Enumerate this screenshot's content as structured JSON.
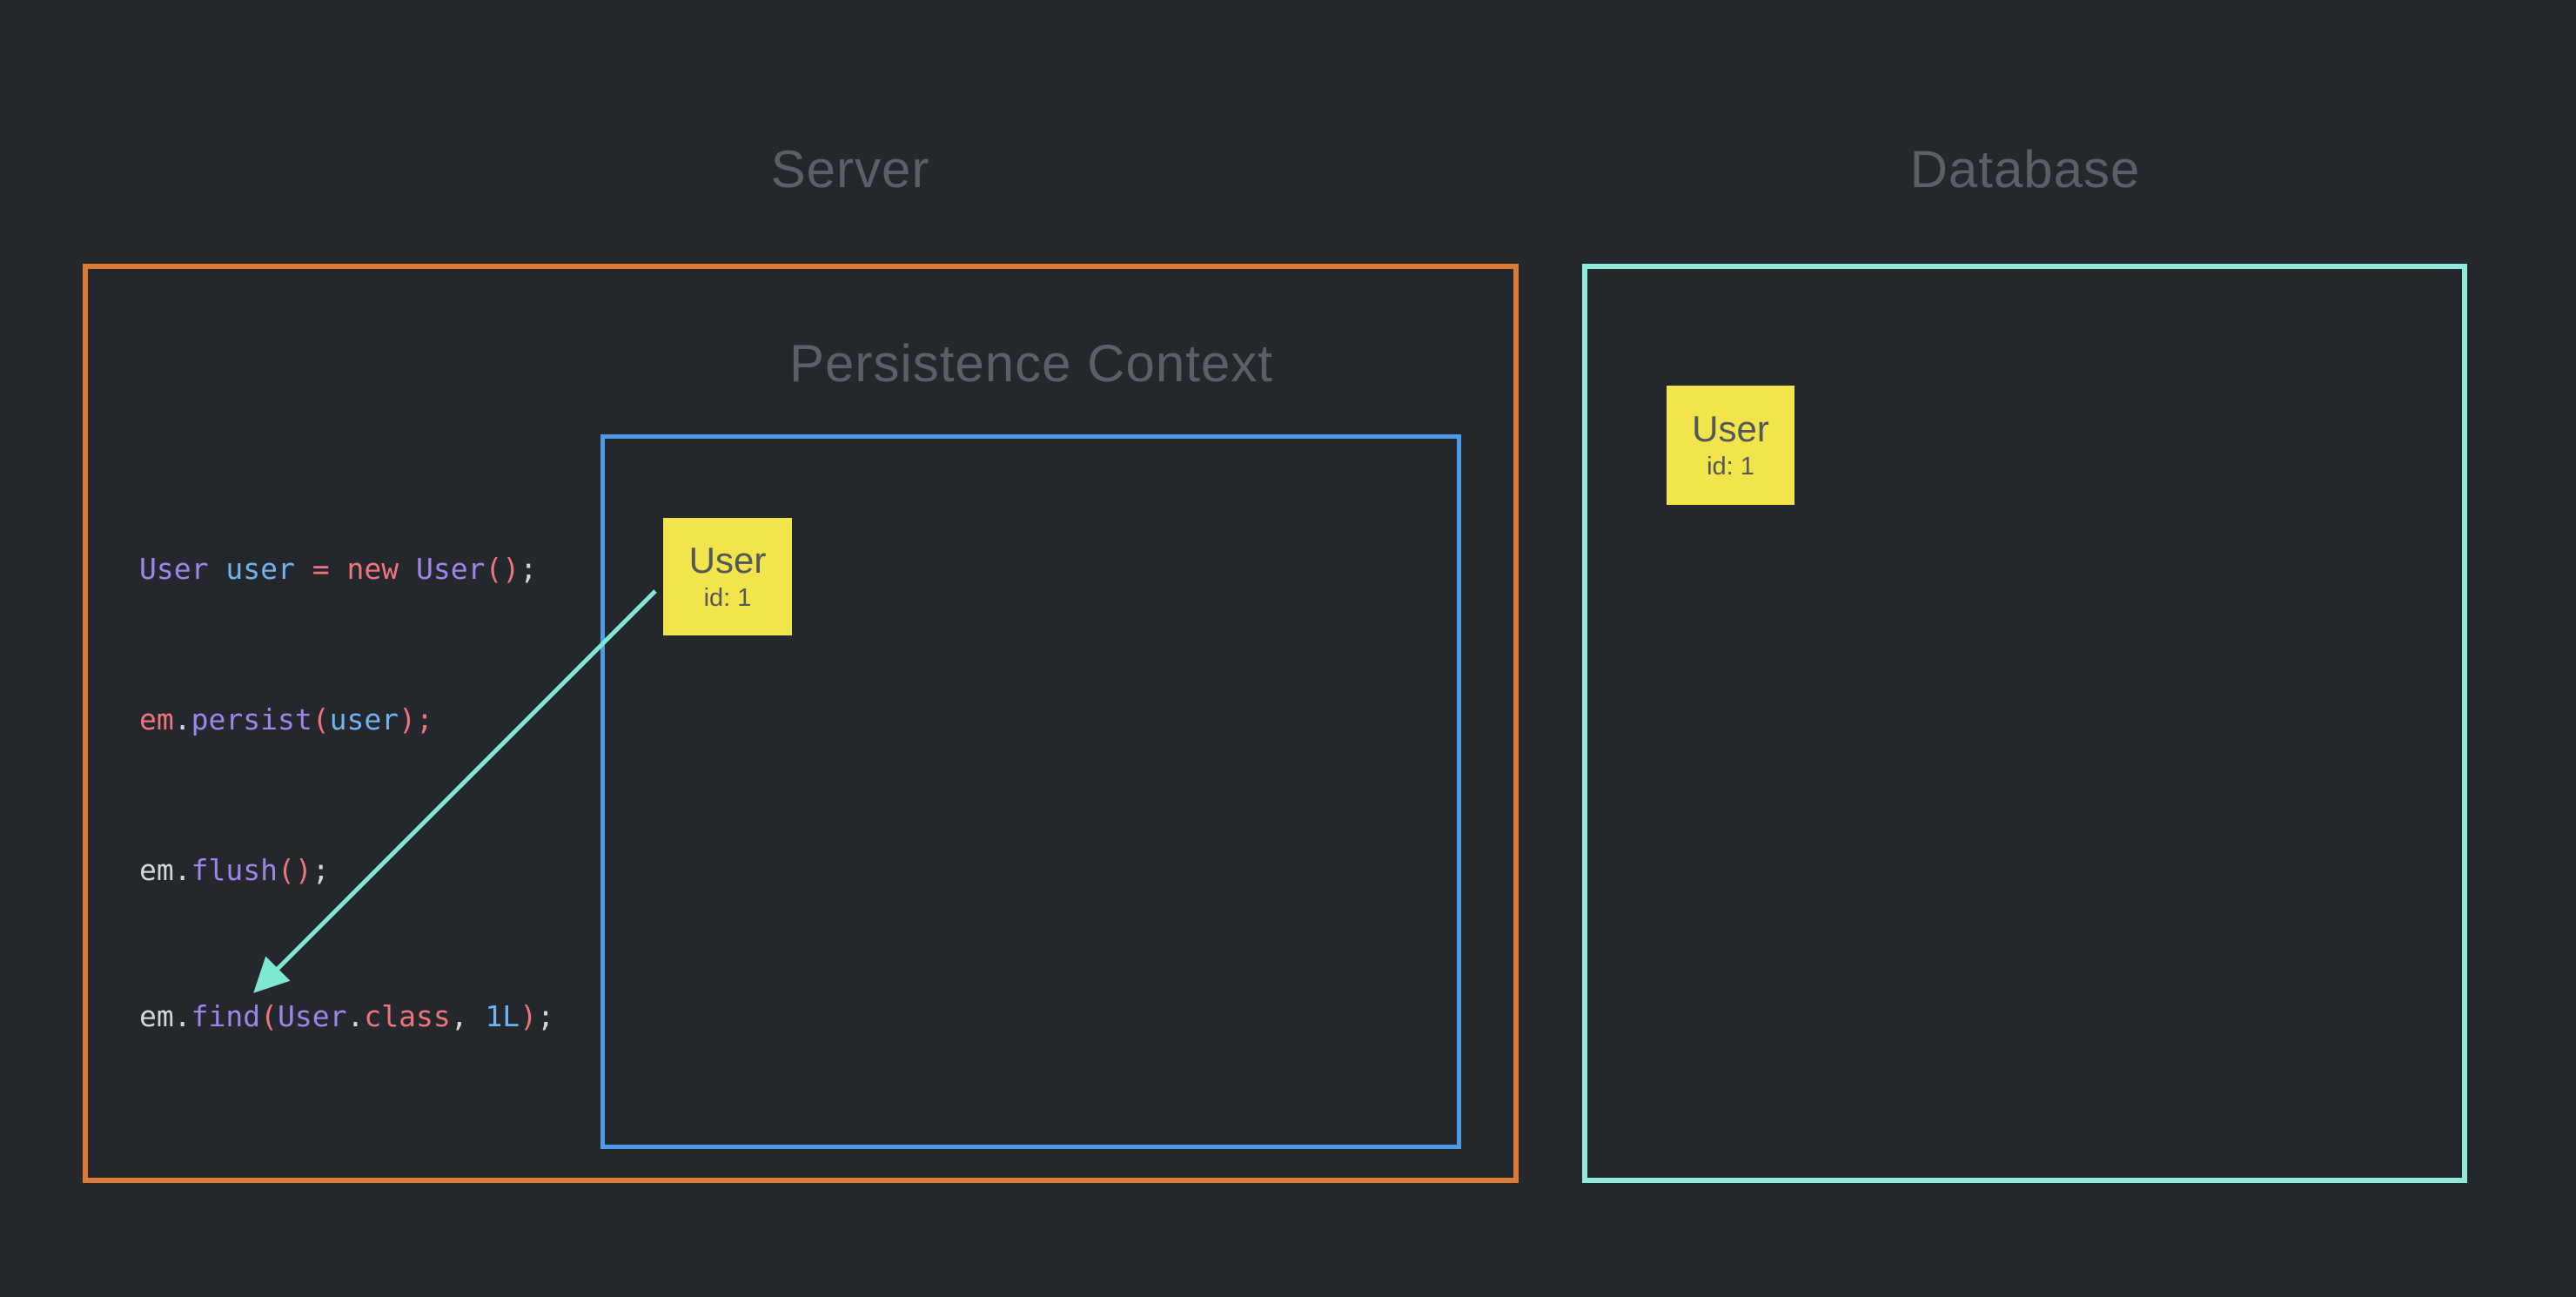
{
  "titles": {
    "server": "Server",
    "database": "Database",
    "persistence_context": "Persistence Context"
  },
  "cards": {
    "persistence_user": {
      "title": "User",
      "field": "id: 1"
    },
    "database_user": {
      "title": "User",
      "field": "id: 1"
    }
  },
  "code": {
    "lines": [
      {
        "name": "new-user-line",
        "text": "User user = new User();",
        "tokens": [
          [
            "User",
            "purple"
          ],
          [
            " ",
            "plain"
          ],
          [
            "user",
            "blue"
          ],
          [
            " ",
            "plain"
          ],
          [
            "=",
            "salmon"
          ],
          [
            " ",
            "plain"
          ],
          [
            "new",
            "salmon"
          ],
          [
            " ",
            "plain"
          ],
          [
            "User",
            "purple"
          ],
          [
            "(",
            "salmon"
          ],
          [
            ")",
            "salmon"
          ],
          [
            ";",
            "plain"
          ]
        ]
      },
      {
        "name": "persist-line",
        "text": "em.persist(user);",
        "tokens": [
          [
            "em",
            "salmon"
          ],
          [
            ".",
            "plain"
          ],
          [
            "persist",
            "purple"
          ],
          [
            "(",
            "salmon"
          ],
          [
            "user",
            "blue"
          ],
          [
            ")",
            "salmon"
          ],
          [
            ";",
            "salmon"
          ]
        ]
      },
      {
        "name": "flush-line",
        "text": "em.flush();",
        "tokens": [
          [
            "em",
            "plain"
          ],
          [
            ".",
            "plain"
          ],
          [
            "flush",
            "purple"
          ],
          [
            "(",
            "salmon"
          ],
          [
            ")",
            "salmon"
          ],
          [
            ";",
            "plain"
          ]
        ]
      },
      {
        "name": "find-line",
        "text": "em.find(User.class, 1L);",
        "tokens": [
          [
            "em",
            "plain"
          ],
          [
            ".",
            "plain"
          ],
          [
            "find",
            "purple"
          ],
          [
            "(",
            "salmon"
          ],
          [
            "User",
            "purple"
          ],
          [
            ".",
            "plain"
          ],
          [
            "class",
            "salmon"
          ],
          [
            ",",
            "plain"
          ],
          [
            " ",
            "plain"
          ],
          [
            "1L",
            "blue"
          ],
          [
            ")",
            "salmon"
          ],
          [
            ";",
            "plain"
          ]
        ]
      }
    ]
  },
  "arrow": {
    "description": "find-result arrow from persistence-context User card to em.find() call",
    "from": "persistence-user-card",
    "to": "find-line"
  },
  "colors": {
    "background": "#24272c",
    "title_text": "#5c6066",
    "server_border": "#dd7d33",
    "database_border": "#90ead9",
    "persistence_border": "#4d9ae9",
    "card_bg": "#f2e54b",
    "card_text": "#54575c",
    "arrow": "#7ee9d0",
    "code": {
      "purple": "#9d85ea",
      "blue": "#6fb3ef",
      "salmon": "#ee757e",
      "plain": "#d3d6da"
    }
  }
}
